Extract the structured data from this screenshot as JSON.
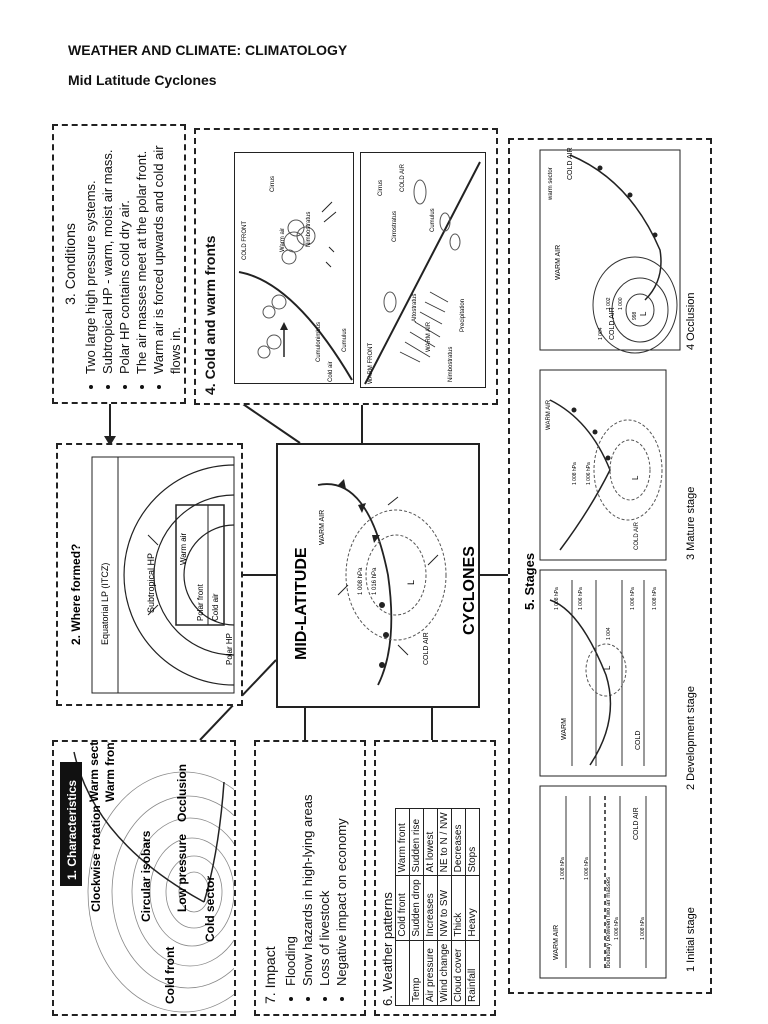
{
  "header": {
    "title": "WEATHER AND CLIMATE: CLIMATOLOGY",
    "subtitle": "Mid Latitude Cyclones"
  },
  "conditions": {
    "title": "3. Conditions",
    "items": [
      "Two large high pressure systems.",
      "Subtropical HP - warm, moist air mass.",
      "Polar HP contains cold dry air.",
      "The air masses meet at the polar front.",
      "Warm air is forced upwards and cold air flows in."
    ]
  },
  "fronts": {
    "title": "4. Cold and warm fronts",
    "cold_front": {
      "label": "COLD FRONT",
      "cirrus": "Cirrus",
      "warm_air": "Warm air",
      "cumulonimbus": "Cumulonimbus",
      "nimbostratus": "Nimbostratus",
      "cold_air": "Cold air",
      "cumulus": "Cumulus"
    },
    "warm_front": {
      "label": "WARM FRONT",
      "cirrus": "Cirrus",
      "cirrostratus": "Cirrostratus",
      "cold_air": "COLD AIR",
      "cumulus": "Cumulus",
      "warm_air": "WARM AIR",
      "altostratus": "Altostratus",
      "nimbostratus": "Nimbostratus",
      "precipitation": "Precipitation"
    }
  },
  "where": {
    "title": "2. Where formed?",
    "equatorial": "Equatorial LP (ITCZ)",
    "subtropical": "Subtropical HP",
    "warm_air": "Warm air",
    "polar_front": "Polar front",
    "cold_air": "Cold air",
    "polar_hp": "Polar HP"
  },
  "center": {
    "line1": "MID-LATITUDE",
    "line2": "CYCLONES",
    "warm_air": "WARM AIR",
    "cold_air": "COLD AIR",
    "isobar1": "1 008 hPa",
    "isobar2": "1 016 hPa",
    "low": "L"
  },
  "stages": {
    "title": "5. Stages",
    "initial": {
      "label": "1 Initial stage",
      "warm_air": "WARM AIR",
      "cold_air": "COLD AIR",
      "boundary": "boundary between two air masses",
      "isobars": [
        "1 008 hPa",
        "1 006 hPa",
        "1 006 hPa",
        "1 008 hPa"
      ]
    },
    "development": {
      "label": "2 Development stage",
      "warm": "WARM",
      "cold": "COLD",
      "low": "L",
      "isobars": [
        "1 008 hPa",
        "1 006 hPa",
        "1 004",
        "1 006 hPa",
        "1 008 hPa"
      ]
    },
    "mature": {
      "label": "3 Mature stage",
      "warm_air": "WARM AIR",
      "cold_air": "COLD AIR",
      "low": "L",
      "isobars": [
        "1 008 hPa",
        "1 006 hPa"
      ]
    },
    "occlusion": {
      "label": "4 Occlusion",
      "warm_sector": "warm sector",
      "warm_air": "WARM AIR",
      "cold_air_top": "COLD AIR",
      "cold_air_bottom": "COLD AIR",
      "low": "L",
      "isobars": [
        "1 004",
        "1 002",
        "1 000",
        "998"
      ]
    }
  },
  "characteristics": {
    "title": "1. Characteristics",
    "clockwise": "Clockwise rotation",
    "warm_sector": "Warm sector",
    "warm_front": "Warm front",
    "cold_front": "Cold front",
    "circular_isobars": "Circular isobars",
    "low_pressure": "Low pressure",
    "occlusion": "Occlusion",
    "cold_sector": "Cold sector"
  },
  "impact": {
    "title": "7. Impact",
    "items": [
      "Flooding",
      "Snow hazards in high-lying areas",
      "Loss of livestock",
      "Negative impact on economy"
    ]
  },
  "weather": {
    "title": "6. Weather patterns",
    "columns": [
      "",
      "Cold front",
      "Warm front"
    ],
    "rows": [
      [
        "Temp",
        "Sudden drop",
        "Sudden rise"
      ],
      [
        "Air pressure",
        "Increases",
        "At lowest"
      ],
      [
        "Wind change",
        "NW to SW",
        "NE to N / NW"
      ],
      [
        "Cloud cover",
        "Thick",
        "Decreases"
      ],
      [
        "Rainfall",
        "Heavy",
        "Stops"
      ]
    ]
  }
}
